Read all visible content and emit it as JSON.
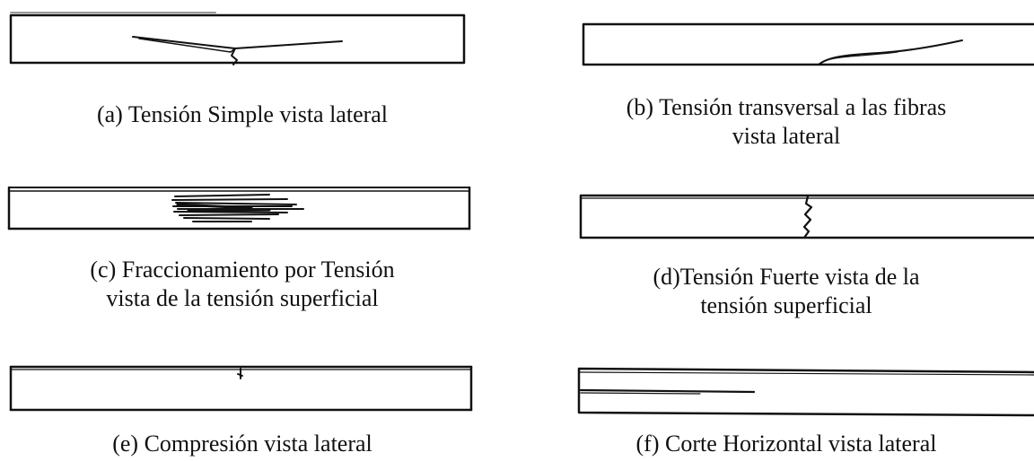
{
  "colors": {
    "ink": "#111111",
    "background": "#ffffff"
  },
  "panels": [
    {
      "id": "a",
      "lines": [
        "(a) Tensión Simple vista lateral"
      ]
    },
    {
      "id": "b",
      "lines": [
        "(b) Tensión transversal a las fibras",
        "vista lateral"
      ]
    },
    {
      "id": "c",
      "lines": [
        "(c) Fraccionamiento por Tensión",
        "vista de la tensión superficial"
      ]
    },
    {
      "id": "d",
      "lines": [
        "(d)Tensión Fuerte vista de la",
        "tensión superficial"
      ]
    },
    {
      "id": "e",
      "lines": [
        "(e) Compresión vista lateral"
      ]
    },
    {
      "id": "f",
      "lines": [
        "(f) Corte Horizontal vista lateral"
      ]
    }
  ]
}
